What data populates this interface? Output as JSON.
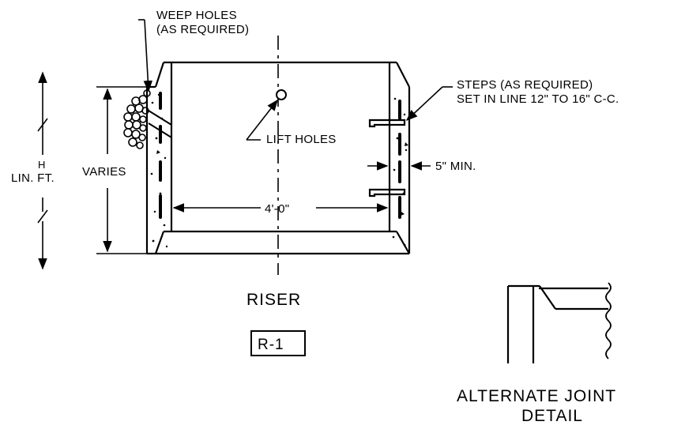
{
  "labels": {
    "weep_holes_line1": "WEEP HOLES",
    "weep_holes_line2": "(AS REQUIRED)",
    "steps_line1": "STEPS (AS REQUIRED)",
    "steps_line2": "SET IN LINE 12\" TO 16\" C-C.",
    "lift_holes": "LIFT HOLES",
    "h": "H",
    "lin_ft": "LIN. FT.",
    "varies": "VARIES",
    "width": "4'-0\"",
    "min_thickness": "5\" MIN.",
    "riser_title": "RISER",
    "riser_tag": "R-1",
    "joint_title_line1": "ALTERNATE JOINT",
    "joint_title_line2": "DETAIL"
  }
}
